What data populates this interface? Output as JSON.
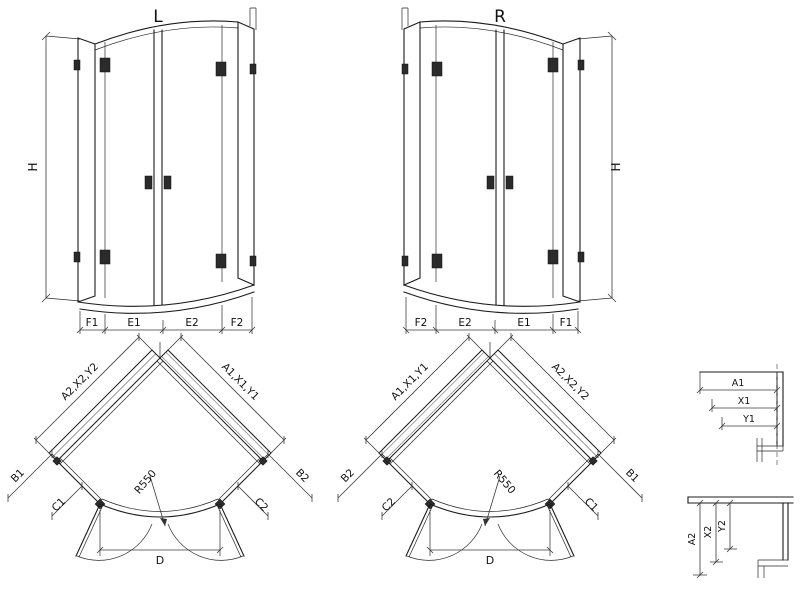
{
  "colors": {
    "line": "#1c1c1c",
    "background": "#ffffff"
  },
  "elevations": {
    "left": {
      "variant": "L",
      "height": "H",
      "dims": [
        "F1",
        "E1",
        "E2",
        "F2"
      ]
    },
    "right": {
      "variant": "R",
      "height": "H",
      "dims": [
        "F2",
        "E2",
        "E1",
        "F1"
      ]
    }
  },
  "plans": {
    "left": {
      "wall_left": "A2,X2,Y2",
      "wall_right": "A1,X1,Y1",
      "side_left": "B1",
      "side_right": "B2",
      "panel_left": "C1",
      "panel_right": "C2",
      "radius": "R550",
      "width": "D"
    },
    "right": {
      "wall_left": "A1,X1,Y1",
      "wall_right": "A2,X2,Y2",
      "side_left": "B2",
      "side_right": "B1",
      "panel_left": "C2",
      "panel_right": "C1",
      "radius": "R550",
      "width": "D"
    }
  },
  "details": {
    "top": {
      "dims": [
        "A1",
        "X1",
        "Y1"
      ]
    },
    "bottom": {
      "dims": [
        "A2",
        "X2",
        "Y2"
      ]
    }
  }
}
